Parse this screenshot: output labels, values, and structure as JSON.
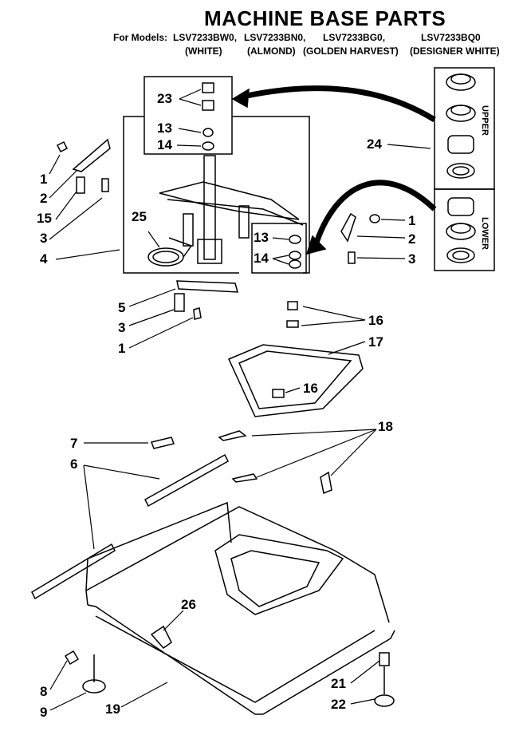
{
  "title": "MACHINE BASE PARTS",
  "models_label": "For Models:",
  "models": [
    "LSV7233BW0,",
    "LSV7233BN0,",
    "LSV7233BG0,",
    "LSV7233BQ0"
  ],
  "colors": [
    "(WHITE)",
    "(ALMOND)",
    "(GOLDEN HARVEST)",
    "(DESIGNER WHITE)"
  ],
  "side_labels": {
    "upper": "UPPER",
    "lower": "LOWER"
  },
  "callouts": {
    "c23": "23",
    "c13a": "13",
    "c14a": "14",
    "c24": "24",
    "c1a": "1",
    "c2a": "2",
    "c15": "15",
    "c3a": "3",
    "c4": "4",
    "c25": "25",
    "c1b": "1",
    "c2b": "2",
    "c3b": "3",
    "c13b": "13",
    "c14b": "14",
    "c5": "5",
    "c3c": "3",
    "c1c": "1",
    "c16a": "16",
    "c17": "17",
    "c16b": "16",
    "c7": "7",
    "c6": "6",
    "c18": "18",
    "c26": "26",
    "c8": "8",
    "c9": "9",
    "c19": "19",
    "c21": "21",
    "c22": "22"
  }
}
